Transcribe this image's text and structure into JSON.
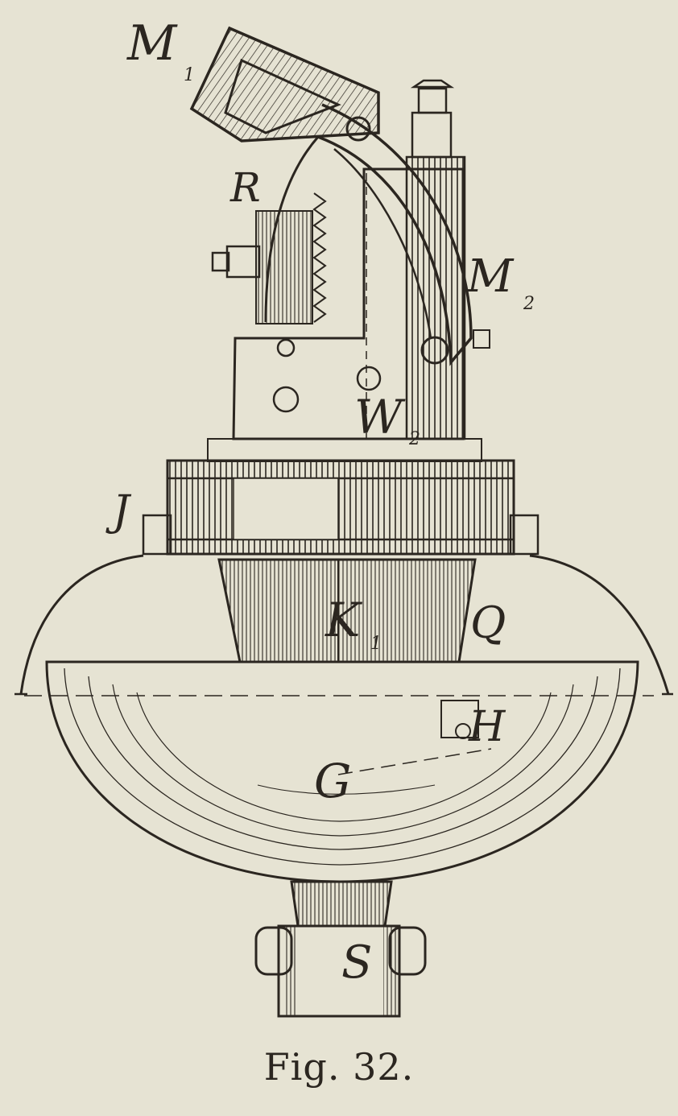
{
  "caption": "Fig. 32.",
  "labels": {
    "M1": "M",
    "M1_sub": "1",
    "R": "R",
    "M2": "M",
    "M2_sub": "2",
    "W2": "W",
    "W2_sub": "2",
    "J": "J",
    "K1": "K",
    "K1_sub": "1",
    "Q": "Q",
    "H": "H",
    "G": "G",
    "S": "S"
  },
  "colors": {
    "paper": "#e6e3d3",
    "ink": "#2b2620",
    "shade": "#8a8478"
  }
}
